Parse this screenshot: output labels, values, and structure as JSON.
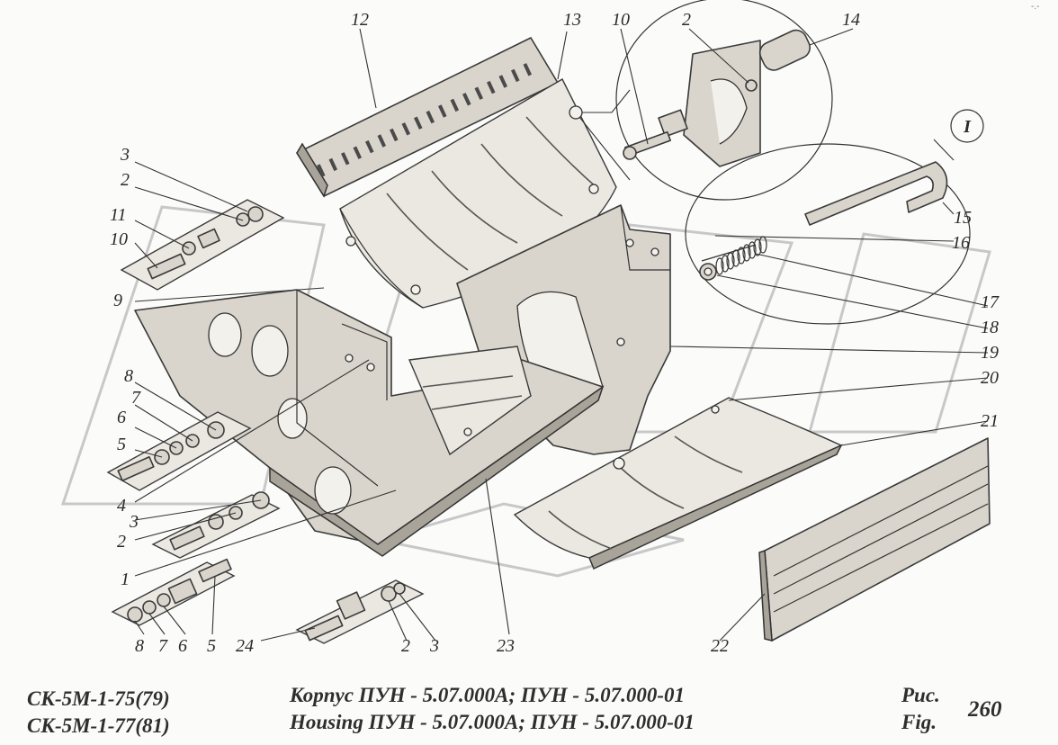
{
  "caption": {
    "models": [
      "СК-5М-1-75(79)",
      "СК-5М-1-77(81)"
    ],
    "titles": [
      "Корпус ПУН - 5.07.000А; ПУН - 5.07.000-01",
      "Housing ПУН - 5.07.000А; ПУН - 5.07.000-01"
    ],
    "fig_labels": [
      "Рис.",
      "Fig."
    ],
    "fig_number": "260"
  },
  "corner_mark": "-.-",
  "detail_marker": "I",
  "callouts": [
    {
      "id": "12",
      "text": "12"
    },
    {
      "id": "13",
      "text": "13"
    },
    {
      "id": "10a",
      "text": "10"
    },
    {
      "id": "2a",
      "text": "2"
    },
    {
      "id": "14",
      "text": "14"
    },
    {
      "id": "3a",
      "text": "3"
    },
    {
      "id": "2b",
      "text": "2"
    },
    {
      "id": "11",
      "text": "11"
    },
    {
      "id": "10b",
      "text": "10"
    },
    {
      "id": "9",
      "text": "9"
    },
    {
      "id": "8a",
      "text": "8"
    },
    {
      "id": "7a",
      "text": "7"
    },
    {
      "id": "6a",
      "text": "6"
    },
    {
      "id": "5a",
      "text": "5"
    },
    {
      "id": "4",
      "text": "4"
    },
    {
      "id": "3b",
      "text": "3"
    },
    {
      "id": "2c",
      "text": "2"
    },
    {
      "id": "1",
      "text": "1"
    },
    {
      "id": "8b",
      "text": "8"
    },
    {
      "id": "7b",
      "text": "7"
    },
    {
      "id": "6b",
      "text": "6"
    },
    {
      "id": "5b",
      "text": "5"
    },
    {
      "id": "24",
      "text": "24"
    },
    {
      "id": "2d",
      "text": "2"
    },
    {
      "id": "3c",
      "text": "3"
    },
    {
      "id": "23",
      "text": "23"
    },
    {
      "id": "15",
      "text": "15"
    },
    {
      "id": "16",
      "text": "16"
    },
    {
      "id": "17",
      "text": "17"
    },
    {
      "id": "18",
      "text": "18"
    },
    {
      "id": "19",
      "text": "19"
    },
    {
      "id": "20",
      "text": "20"
    },
    {
      "id": "21",
      "text": "21"
    },
    {
      "id": "22",
      "text": "22"
    }
  ]
}
